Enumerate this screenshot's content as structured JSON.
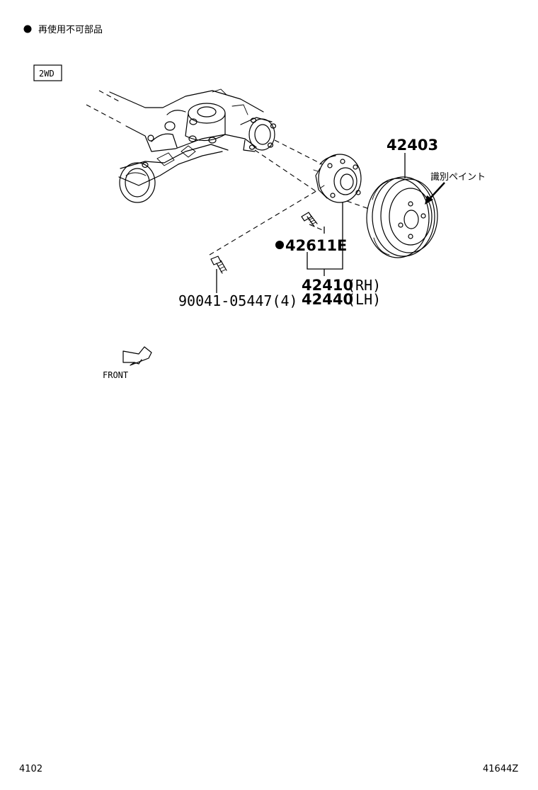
{
  "legend": {
    "symbol": "●",
    "text": "再使用不可部品"
  },
  "variant_box": "2WD",
  "parts": {
    "drum": "42403",
    "paint_mark": "識別ペイント",
    "bolt_marked": "42611E",
    "hub_rh_number": "42410",
    "hub_rh_side": "(RH)",
    "hub_lh_number": "42440",
    "hub_lh_side": "(LH)",
    "axle_bolt": "90041-05447(4)"
  },
  "front_label": "FRONT",
  "footer": {
    "left": "4102",
    "right": "41644Z"
  }
}
